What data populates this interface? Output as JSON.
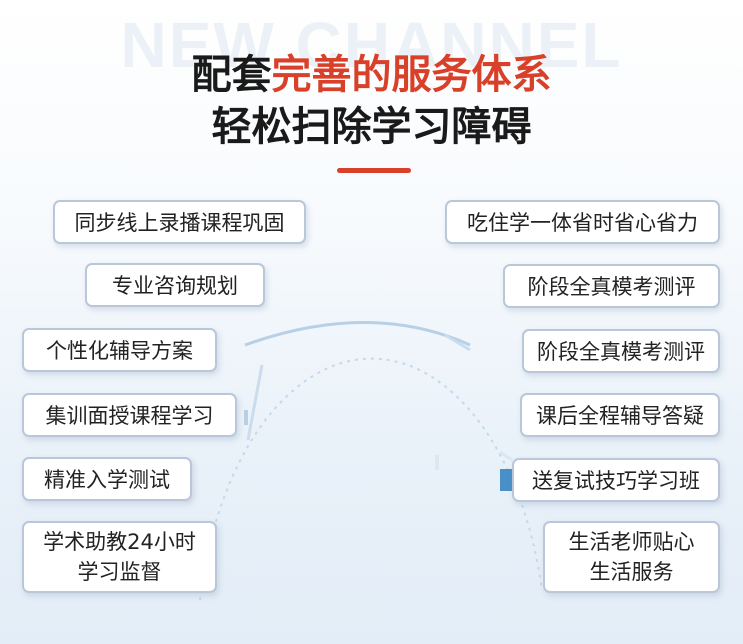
{
  "watermark": "NEW CHANNEL",
  "title": {
    "line1_a": "配套",
    "line1_highlight": "完善的服务体系",
    "line2": "轻松扫除学习障碍"
  },
  "left_items": [
    {
      "label": "同步线上录播课程巩固"
    },
    {
      "label": "专业咨询规划"
    },
    {
      "label": "个性化辅导方案"
    },
    {
      "label": "集训面授课程学习"
    },
    {
      "label": "精准入学测试"
    },
    {
      "label": "学术助教24小时",
      "label2": "学习监督"
    }
  ],
  "right_items": [
    {
      "label": "吃住学一体省时省心省力"
    },
    {
      "label": "阶段全真模考测评"
    },
    {
      "label": "阶段全真模考测评"
    },
    {
      "label": "课后全程辅导答疑"
    },
    {
      "label": "送复试技巧学习班"
    },
    {
      "label": "生活老师贴心",
      "label2": "生活服务"
    }
  ],
  "colors": {
    "accent": "#d9402a",
    "border": "#b9c7d8",
    "text": "#1a1a1a",
    "connector": "#4a90c8"
  }
}
